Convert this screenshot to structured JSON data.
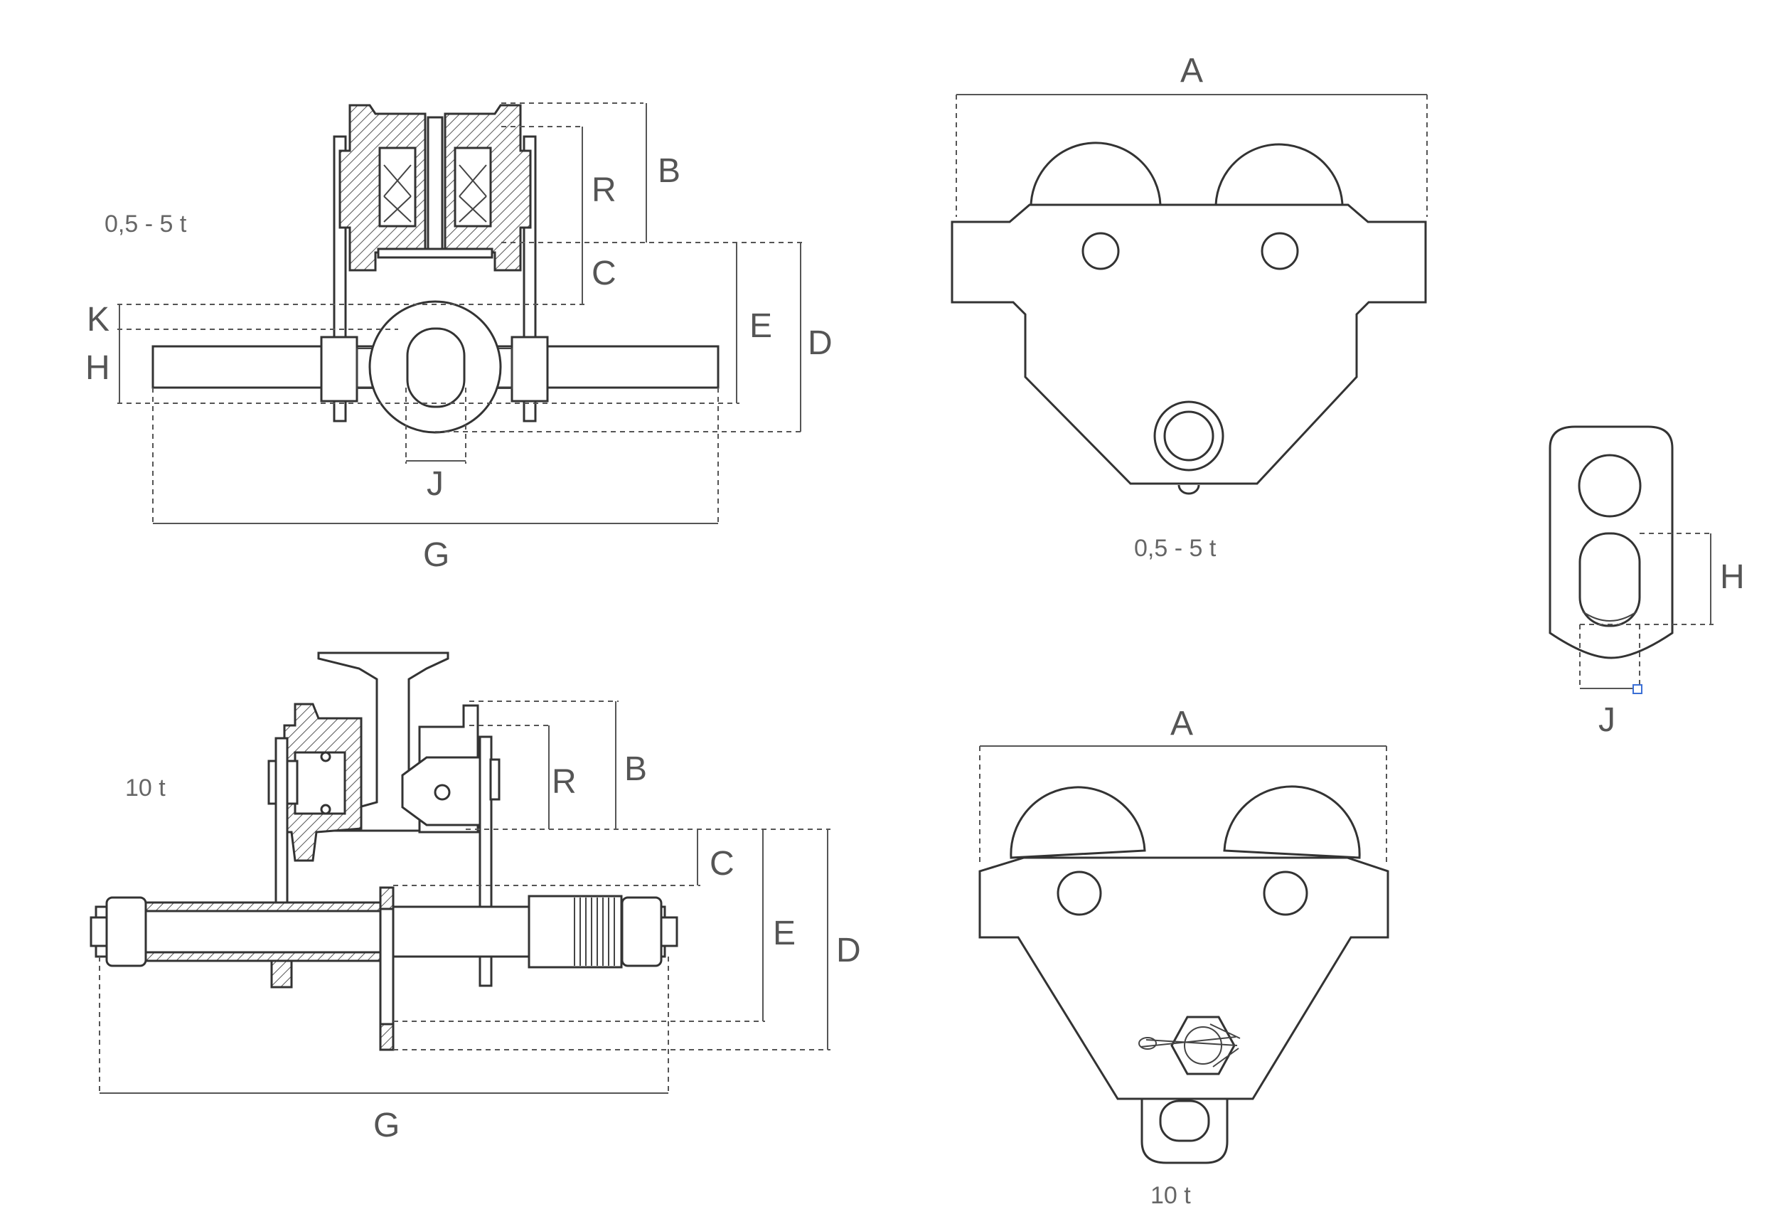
{
  "captions": {
    "top_left": "0,5 - 5 t",
    "top_right": "0,5 - 5 t",
    "bottom_left": "10 t",
    "bottom_right": "10 t"
  },
  "labels": {
    "A": "A",
    "B": "B",
    "C": "C",
    "D": "D",
    "E": "E",
    "G": "G",
    "H": "H",
    "J": "J",
    "K": "K",
    "R": "R"
  },
  "colors": {
    "line": "#333333",
    "dimension": "#555555",
    "text": "#555555",
    "marker": "#3b6fd6"
  }
}
